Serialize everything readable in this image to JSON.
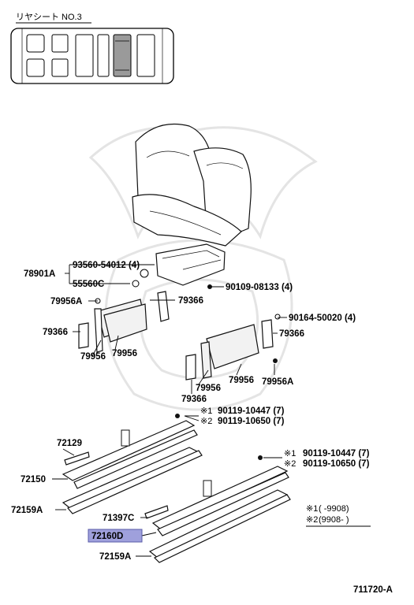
{
  "header": {
    "title": "リヤシート NO.3"
  },
  "footer": {
    "code": "711720-A"
  },
  "legend": {
    "note1_mark": "※1",
    "note1_range": "(      -9908)",
    "note2_mark": "※2",
    "note2_range": "(9908-      )"
  },
  "callouts": {
    "c78901A": "78901A",
    "c93560": "93560-54012 (4)",
    "c55560C": "55560C",
    "c90109": "90109-08133 (4)",
    "c79956A_l": "79956A",
    "c79366_top": "79366",
    "c79366_left": "79366",
    "c79956_a": "79956",
    "c79956_b": "79956",
    "c90164": "90164-50020 (4)",
    "c79366_right": "79366",
    "c79956_c": "79956",
    "c79956_d": "79956",
    "c79956A_r": "79956A",
    "c79366_bottom": "79366",
    "c90119_1a": "90119-10447 (7)",
    "c90119_2a": "90119-10650 (7)",
    "c72129": "72129",
    "c90119_1b": "90119-10447 (7)",
    "c90119_2b": "90119-10650 (7)",
    "c72150": "72150",
    "c72159A_l": "72159A",
    "c71397C": "71397C",
    "c72160D": "72160D",
    "c72159A_b": "72159A",
    "m1a": "※1",
    "m2a": "※2",
    "m1b": "※1",
    "m2b": "※2"
  },
  "highlight": {
    "part": "72160D",
    "color": "#9fa0dc"
  }
}
